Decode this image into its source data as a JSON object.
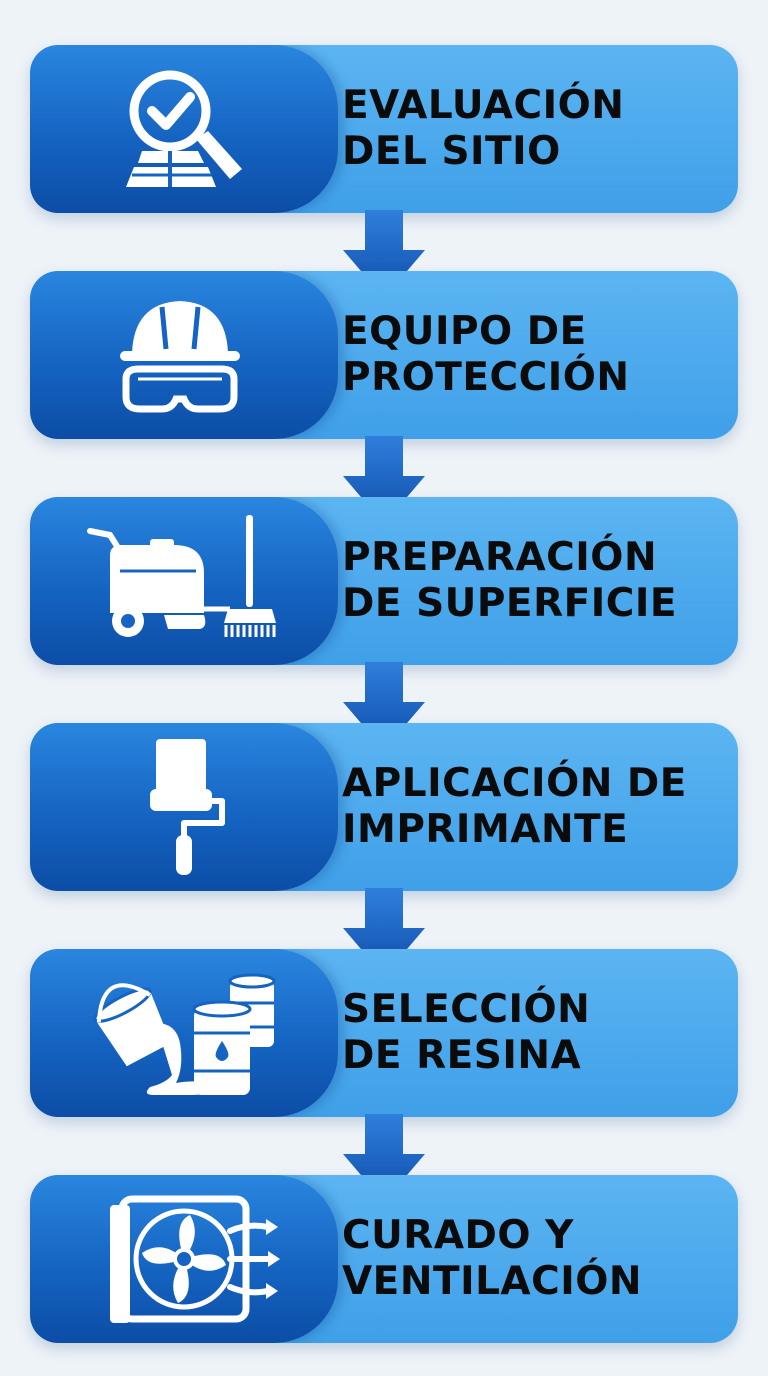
{
  "steps": [
    {
      "line1": "EVALUACIÓN",
      "line2": "DEL SITIO",
      "icon": "magnifier-check-floor-icon"
    },
    {
      "line1": "EQUIPO DE",
      "line2": "PROTECCIÓN",
      "icon": "hardhat-goggles-icon"
    },
    {
      "line1": "PREPARACIÓN",
      "line2": "DE SUPERFICIE",
      "icon": "floor-machine-broom-icon"
    },
    {
      "line1": "APLICACIÓN DE",
      "line2": "IMPRIMANTE",
      "icon": "paint-roller-icon"
    },
    {
      "line1": "SELECCIÓN",
      "line2": "DE RESINA",
      "icon": "bucket-barrels-icon"
    },
    {
      "line1": "CURADO Y",
      "line2": "VENTILACIÓN",
      "icon": "fan-airflow-icon"
    }
  ],
  "colors": {
    "background": "#eef3f8",
    "card": "#4aa8ec",
    "icon_panel": "#1564c2",
    "arrow": "#1a5fc4",
    "text": "#0b0b0b",
    "icon": "#ffffff"
  }
}
